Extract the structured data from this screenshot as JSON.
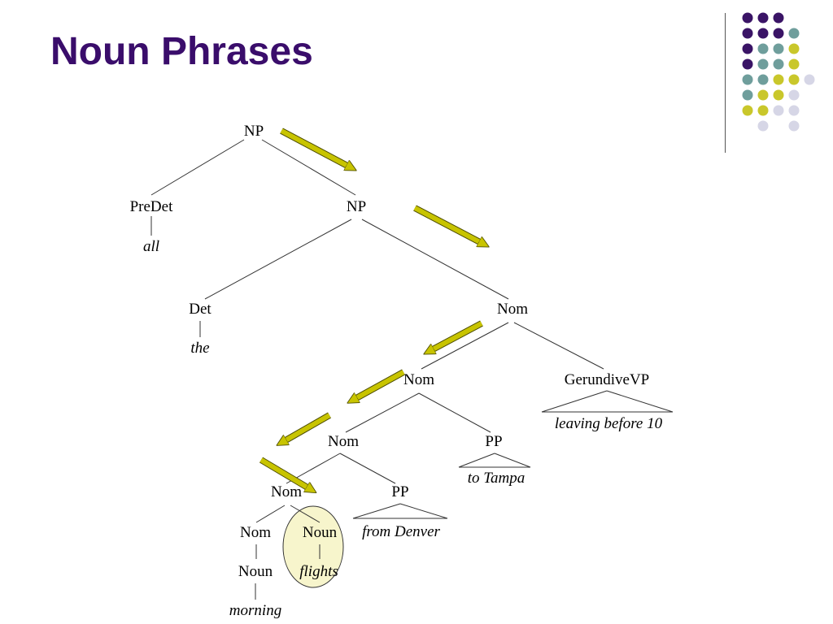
{
  "slide": {
    "title": "Noun Phrases",
    "title_color": "#3a0d6b"
  },
  "colors": {
    "arrow_fill": "#c8c400",
    "arrow_stroke": "#4d4d00",
    "highlight_fill": "#f7f5cc",
    "highlight_stroke": "#333333",
    "dots": [
      "#3a1466",
      "#6f9e9c",
      "#c9c72b",
      "#d6d6e6"
    ]
  },
  "decor": {
    "dot_rows": [
      [
        0,
        0,
        0,
        -1
      ],
      [
        0,
        0,
        0,
        1
      ],
      [
        0,
        1,
        1,
        2
      ],
      [
        0,
        1,
        1,
        2
      ],
      [
        1,
        1,
        2,
        2,
        3
      ],
      [
        1,
        2,
        2,
        3
      ],
      [
        2,
        2,
        3,
        3
      ],
      [
        -1,
        3,
        -1,
        3
      ]
    ]
  },
  "tree": {
    "nodes": {
      "np_top": "NP",
      "predet": "PreDet",
      "np_inner": "NP",
      "det": "Det",
      "nom_1": "Nom",
      "nom_2": "Nom",
      "gerundive": "GerundiveVP",
      "nom_3": "Nom",
      "pp_1": "PP",
      "nom_4": "Nom",
      "pp_2": "PP",
      "nom_5": "Nom",
      "noun_head": "Noun",
      "noun_mod": "Noun"
    },
    "words": {
      "all": "all",
      "the": "the",
      "leaving": "leaving before 10",
      "to_tampa": "to Tampa",
      "from_denver": "from Denver",
      "flights": "flights",
      "morning": "morning"
    }
  }
}
